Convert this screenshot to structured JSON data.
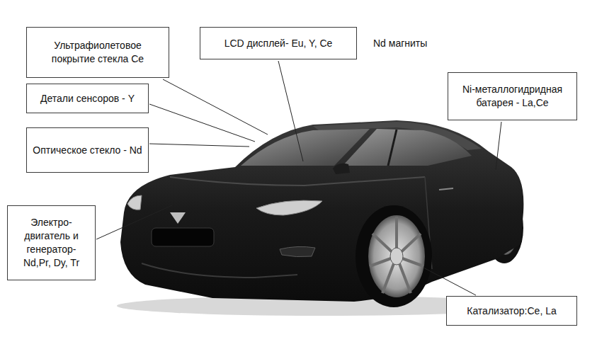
{
  "diagram": {
    "nodes": [
      {
        "text": [
          "Ультрафиолетовое покрытие стекла Ce"
        ]
      },
      {
        "text": [
          "LCD дисплей- Eu, Y, Ce"
        ]
      },
      {
        "text": [
          "Детали сенсоров - Y"
        ]
      },
      {
        "text": [
          "Ni-металлогидридная батарея - La,Ce"
        ]
      },
      {
        "text": [
          "Оптическое стекло - Nd"
        ]
      },
      {
        "text": [
          "Электро- двигатель и генератор- Nd,Pr, Dy, Tr"
        ]
      },
      {
        "text": [
          "Катализатор:Ce, La"
        ]
      }
    ],
    "labels": [
      "Nd магниты"
    ]
  }
}
